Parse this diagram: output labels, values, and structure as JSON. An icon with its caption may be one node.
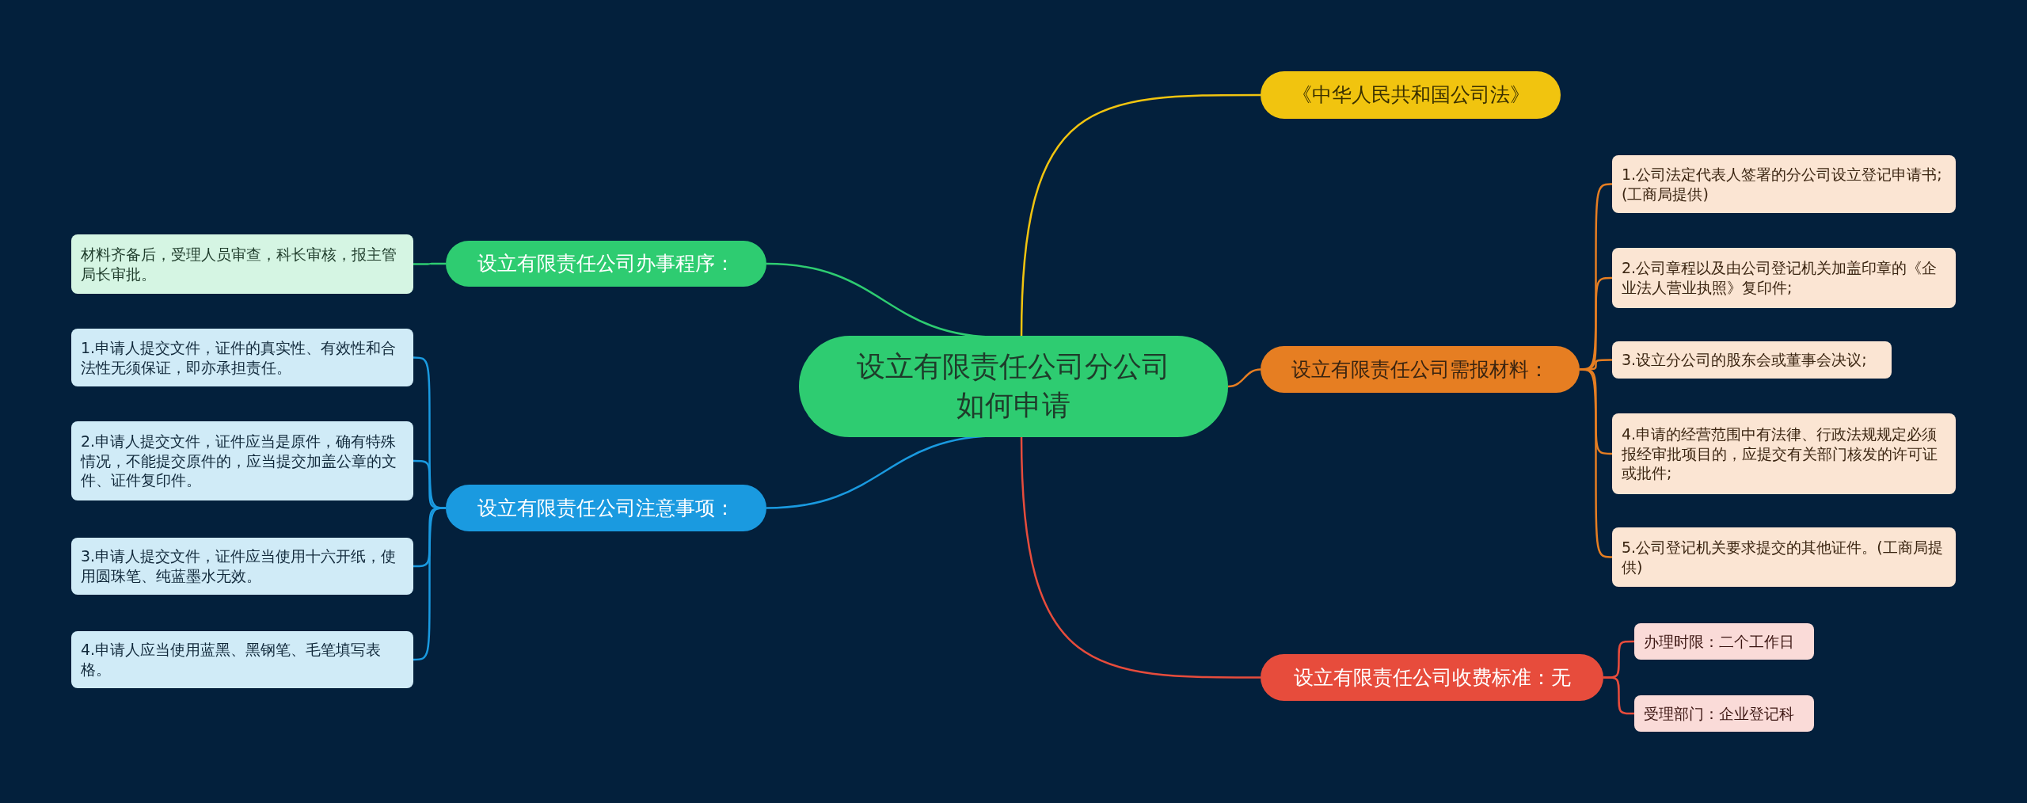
{
  "diagram": {
    "nodes": [
      {
        "text": [
          "设立有限责任公司分公司如何申请"
        ]
      },
      {
        "text": [
          "《中华人民共和国公司法》"
        ]
      },
      {
        "text": [
          "设立有限责任公司办事程序："
        ]
      },
      {
        "text": [
          "材料齐备后，受理人员审查，科长审核，报主管局长审批。"
        ]
      },
      {
        "text": [
          "设立有限责任公司需报材料："
        ]
      },
      {
        "text": [
          "1.公司法定代表人签署的分公司设立登记申请书;(工商局提供)"
        ]
      },
      {
        "text": [
          "2.公司章程以及由公司登记机关加盖印章的《企业法人营业执照》复印件;"
        ]
      },
      {
        "text": [
          "3.设立分公司的股东会或董事会决议;"
        ]
      },
      {
        "text": [
          "4.申请的经营范围中有法律、行政法规规定必须报经审批项目的，应提交有关部门核发的许可证或批件;"
        ]
      },
      {
        "text": [
          "5.公司登记机关要求提交的其他证件。(工商局提供)"
        ]
      },
      {
        "text": [
          "设立有限责任公司注意事项："
        ]
      },
      {
        "text": [
          "1.申请人提交文件，证件的真实性、有效性和合法性无须保证，即亦承担责任。"
        ]
      },
      {
        "text": [
          "2.申请人提交文件，证件应当是原件，确有特殊情况，不能提交原件的，应当提交加盖公章的文件、证件复印件。"
        ]
      },
      {
        "text": [
          "3.申请人提交文件，证件应当使用十六开纸，使用圆珠笔、纯蓝墨水无效。"
        ]
      },
      {
        "text": [
          "4.申请人应当使用蓝黑、黑钢笔、毛笔填写表格。"
        ]
      },
      {
        "text": [
          "设立有限责任公司收费标准：无"
        ]
      },
      {
        "text": [
          "办理时限：二个工作日"
        ]
      },
      {
        "text": [
          "受理部门：企业登记科"
        ]
      }
    ],
    "edges": [
      {
        "from": 0,
        "to": 1,
        "arrow": "none",
        "color": "#f1c40f"
      },
      {
        "from": 0,
        "to": 2,
        "arrow": "none",
        "color": "#2ecc71"
      },
      {
        "from": 2,
        "to": 3,
        "arrow": "none",
        "color": "#2ecc71"
      },
      {
        "from": 0,
        "to": 4,
        "arrow": "none",
        "color": "#e67e22"
      },
      {
        "from": 4,
        "to": 5,
        "arrow": "none",
        "color": "#e67e22"
      },
      {
        "from": 4,
        "to": 6,
        "arrow": "none",
        "color": "#e67e22"
      },
      {
        "from": 4,
        "to": 7,
        "arrow": "none",
        "color": "#e67e22"
      },
      {
        "from": 4,
        "to": 8,
        "arrow": "none",
        "color": "#e67e22"
      },
      {
        "from": 4,
        "to": 9,
        "arrow": "none",
        "color": "#e67e22"
      },
      {
        "from": 0,
        "to": 10,
        "arrow": "none",
        "color": "#1a9ae0"
      },
      {
        "from": 10,
        "to": 11,
        "arrow": "none",
        "color": "#1a9ae0"
      },
      {
        "from": 10,
        "to": 12,
        "arrow": "none",
        "color": "#1a9ae0"
      },
      {
        "from": 10,
        "to": 13,
        "arrow": "none",
        "color": "#1a9ae0"
      },
      {
        "from": 10,
        "to": 14,
        "arrow": "none",
        "color": "#1a9ae0"
      },
      {
        "from": 0,
        "to": 15,
        "arrow": "none",
        "color": "#e74c3c"
      },
      {
        "from": 15,
        "to": 16,
        "arrow": "none",
        "color": "#e74c3c"
      },
      {
        "from": 15,
        "to": 17,
        "arrow": "none",
        "color": "#e74c3c"
      }
    ]
  }
}
